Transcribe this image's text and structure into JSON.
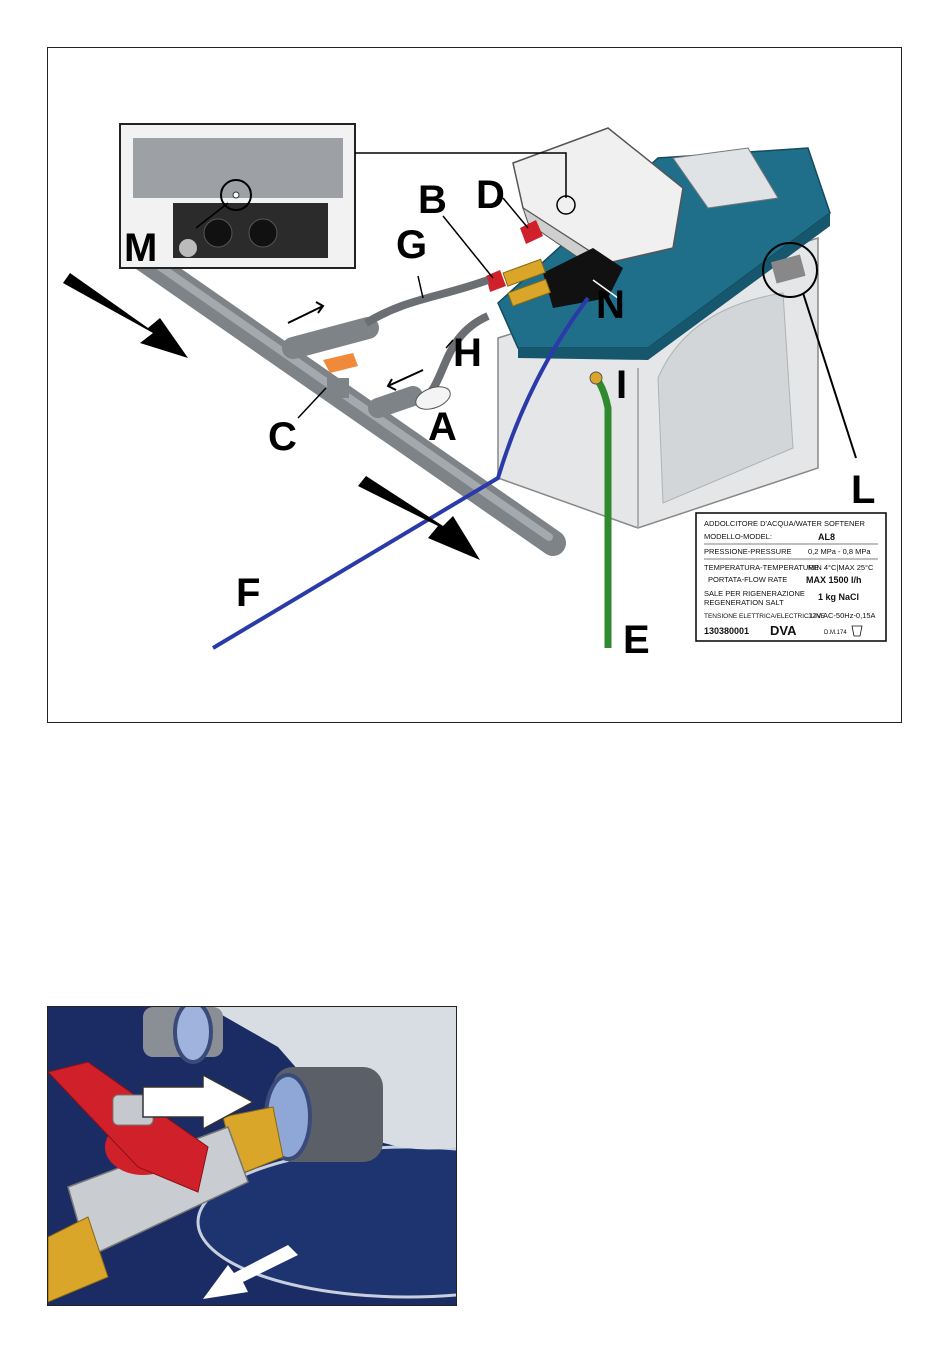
{
  "diagram": {
    "labels": {
      "A": "A",
      "B": "B",
      "C": "C",
      "D": "D",
      "E": "E",
      "F": "F",
      "G": "G",
      "H": "H",
      "I": "I",
      "L": "L",
      "M": "M",
      "N": "N"
    },
    "rating_plate": {
      "title": "ADDOLCITORE D'ACQUA/WATER SOFTENER",
      "model_label": "MODELLO-MODEL:",
      "model_value": "AL8",
      "pressure_label": "PRESSIONE-PRESSURE",
      "pressure_value": "0,2 MPa - 0,8 MPa",
      "temperature_label": "TEMPERATURA-TEMPERATURE",
      "temperature_value": "MIN 4°C|MAX 25°C",
      "flow_label": "PORTATA-FLOW RATE",
      "flow_value": "MAX 1500 l/h",
      "salt_label_1": "SALE PER RIGENERAZIONE",
      "salt_label_2": "REGENERATION SALT",
      "salt_value": "1 kg NaCl",
      "voltage_label": "TENSIONE ELETTRICA/ELECTRIC LINE",
      "voltage_value": "12V AC-50Hz-0,15A",
      "code": "130380001",
      "brand": "DVA",
      "mark": "D.M.174"
    }
  },
  "colors": {
    "lid_teal": "#1f6f8b",
    "body_grey": "#e4e6e8",
    "pipe_grey": "#7e8388",
    "hose_blue": "#2a3aa8",
    "hose_green": "#2f8a2f",
    "valve_red": "#d0202a",
    "brass": "#d9a62a",
    "background_navy": "#1b2b63"
  }
}
